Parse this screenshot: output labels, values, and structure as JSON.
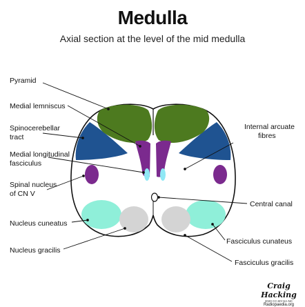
{
  "title": "Medulla",
  "subtitle": "Axial section at the level of the mid medulla",
  "colors": {
    "pyramid": "#4d7a1f",
    "medial_lemniscus": "#7b2a8e",
    "spinocerebellar": "#1f5391",
    "mlf": "#8fe8f5",
    "nucleus_cuneatus": "#8fefd9",
    "nucleus_gracilis": "#d4d4d4"
  },
  "labels": {
    "pyramid": "Pyramid",
    "medial_lemniscus": "Medial lemniscus",
    "spinocerebellar_1": "Spinocerebellar",
    "spinocerebellar_2": "tract",
    "mlf_1": "Medial longitudinal",
    "mlf_2": "fasciculus",
    "spinal_nucleus_1": "Spinal nucleus",
    "spinal_nucleus_2": "of CN V",
    "nucleus_cuneatus": "Nucleus cuneatus",
    "nucleus_gracilis": "Nucleus gracilis",
    "internal_arcuate_1": "Internal arcuate",
    "internal_arcuate_2": "fibres",
    "central_canal": "Central canal",
    "fasciculus_cunateus": "Fasciculus cunateus",
    "fasciculus_gracilis": "Fasciculus gracilis"
  },
  "credit": {
    "signature": "Craig Hacking",
    "license": "2020 CC-BY-SA-NC",
    "site": "Radiopaedia.org"
  }
}
